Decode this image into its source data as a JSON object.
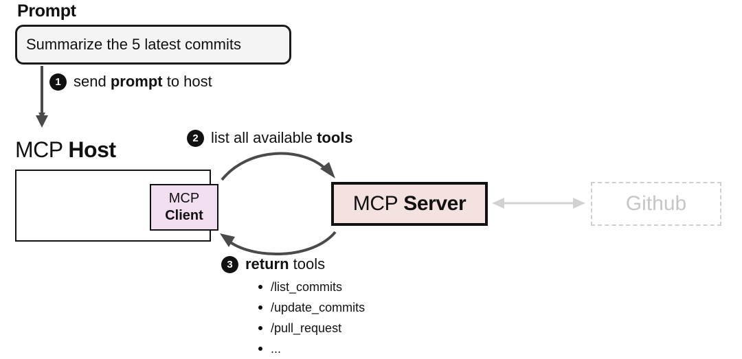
{
  "prompt": {
    "title": "Prompt",
    "text": "Summarize the 5 latest commits"
  },
  "steps": [
    {
      "number": "1",
      "before": "send ",
      "bold": "prompt",
      "after": " to host"
    },
    {
      "number": "2",
      "before": "list all available ",
      "bold": "tools",
      "after": ""
    },
    {
      "number": "3",
      "before": "",
      "bold": "return",
      "after": " tools"
    }
  ],
  "host": {
    "title_regular": "MCP ",
    "title_bold": "Host",
    "client_line1": "MCP",
    "client_line2": "Client"
  },
  "server": {
    "label_regular": "MCP",
    "label_bold": "Server"
  },
  "github": {
    "label": "Github"
  },
  "tools": [
    "/list_commits",
    "/update_commits",
    "/pull_request",
    "..."
  ],
  "colors": {
    "client_fill": "#f1deef",
    "server_fill": "#f3e2e0",
    "prompt_fill": "#f4f4f4",
    "arrow": "#4a4a4a",
    "github_faded": "#c6c6c6"
  }
}
